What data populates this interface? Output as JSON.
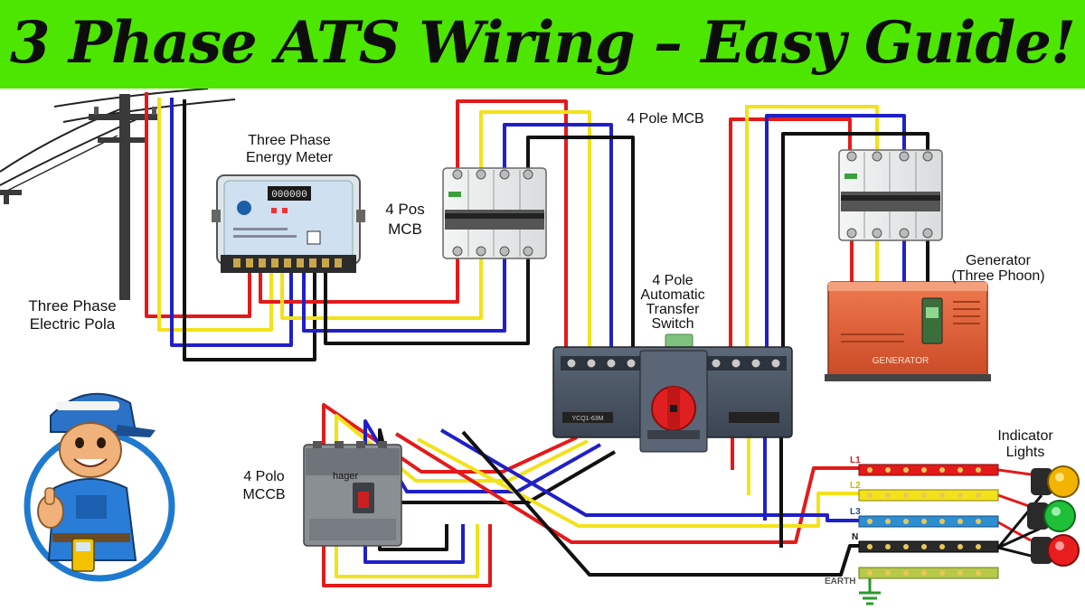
{
  "title": "3 Phase ATS Wiring – Easy Guide!",
  "labels": {
    "pole_line1": "Three Phase",
    "pole_line2": "Electric Pola",
    "meter_line1": "Three Phase",
    "meter_line2": "Energy Meter",
    "mcb1_line1": "4 Pos",
    "mcb1_line2": "MCB",
    "mcb2": "4 Pole MCB",
    "ats_line1": "4 Pole",
    "ats_line2": "Automatic",
    "ats_line3": "Transfer",
    "ats_line4": "Switch",
    "gen_line1": "Generator",
    "gen_line2": "(Three Phoon)",
    "mccb_line1": "4 Polo",
    "mccb_line2": "MCCB",
    "ind_line1": "Indicator",
    "ind_line2": "Lights"
  },
  "device_text": {
    "meter_display": "000000",
    "mccb_brand": "hager",
    "ats_model": "YCQ1-63M",
    "generator_side": "GENERATOR"
  },
  "busbars": {
    "l1": "L1",
    "l2": "L2",
    "l3": "L3",
    "n": "N",
    "earth": "EARTH"
  },
  "colors": {
    "banner": "#4de600",
    "phase_l1": "#e41a1a",
    "phase_l2": "#f2e21a",
    "phase_l3": "#2020c8",
    "neutral": "#111111",
    "earth_bus": "#b7c94a",
    "generator": "#e8603a",
    "ats_body": "#4a5565",
    "handle": "#e02020"
  }
}
